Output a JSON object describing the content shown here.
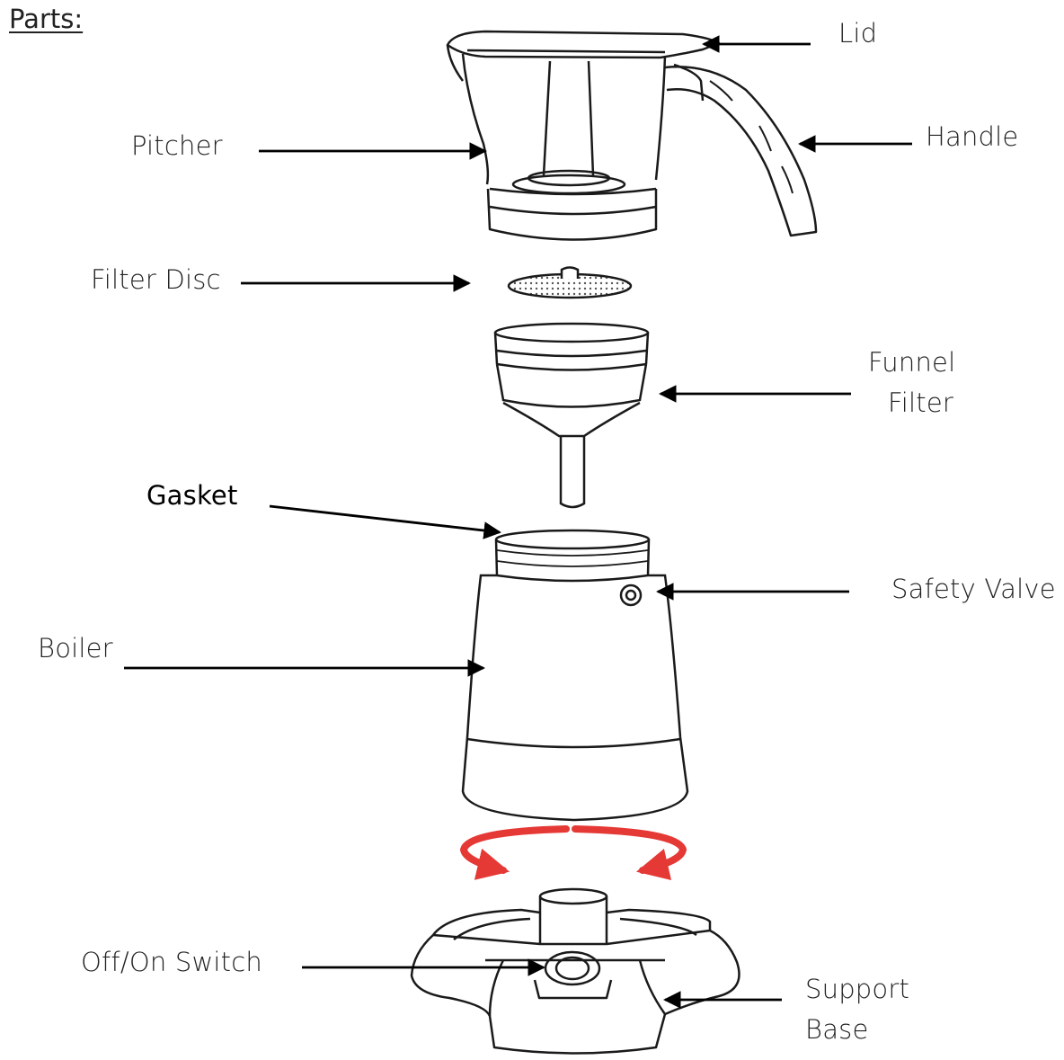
{
  "heading": "Parts:",
  "labels": {
    "lid": "Lid",
    "handle": "Handle",
    "pitcher": "Pitcher",
    "filter_disc": "Filter Disc",
    "funnel_filter_1": "Funnel",
    "funnel_filter_2": "Filter",
    "gasket": "Gasket",
    "safety_valve": "Safety Valve",
    "boiler": "Boiler",
    "off_on_switch": "Off/On Switch",
    "support_base_1": "Support",
    "support_base_2": "Base"
  },
  "colors": {
    "line": "#1a1a1a",
    "arrow": "#000000",
    "rotation": "#e53935"
  }
}
